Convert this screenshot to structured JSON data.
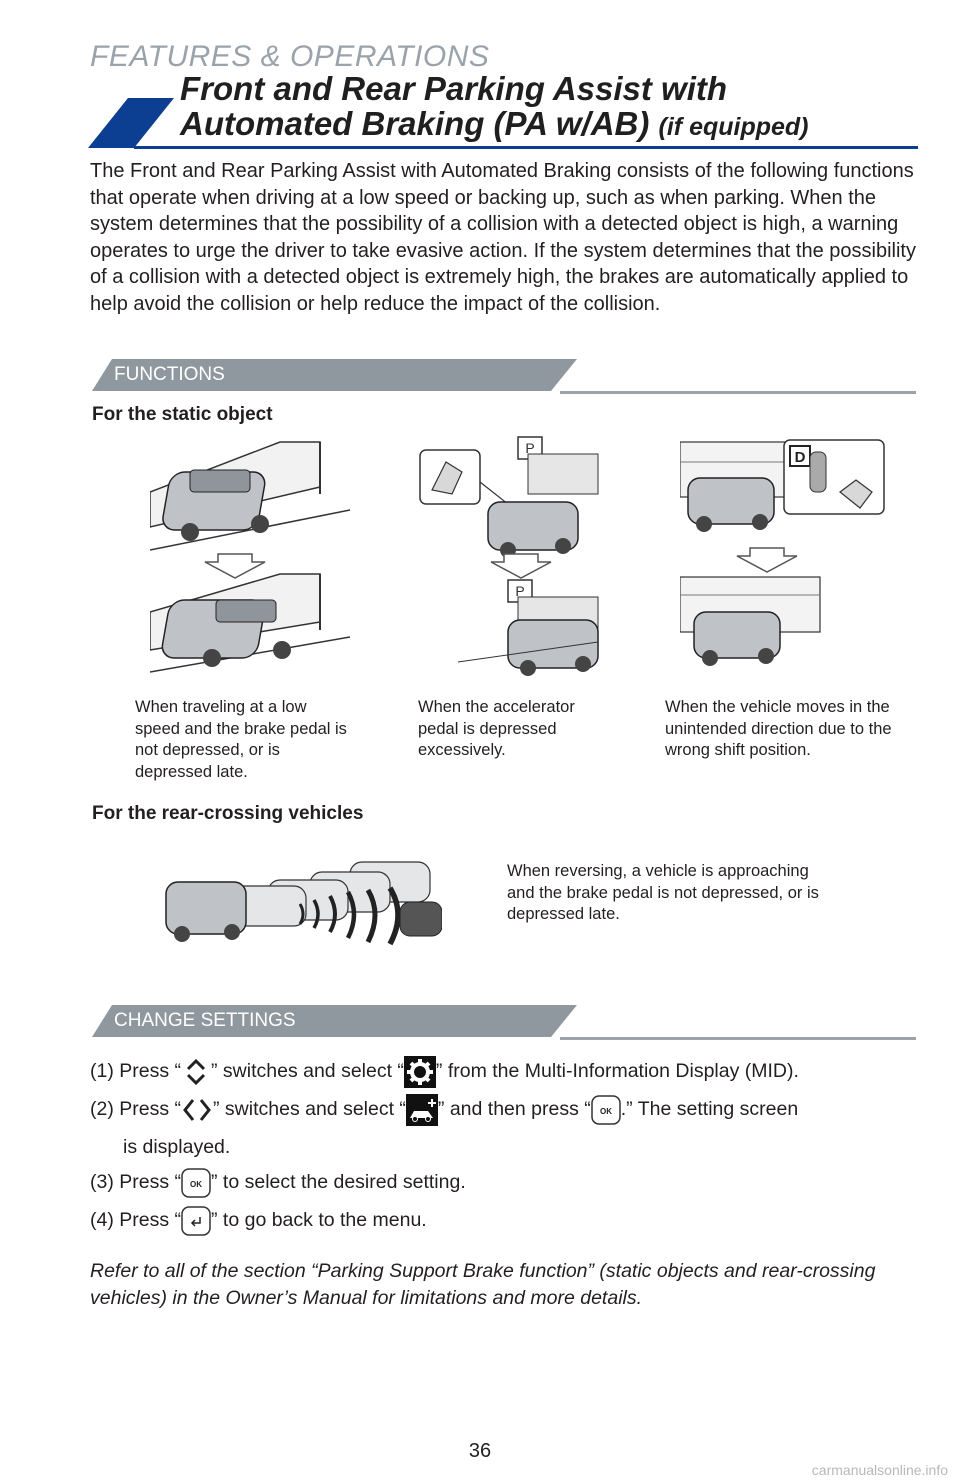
{
  "header": {
    "section": "FEATURES & OPERATIONS",
    "title_line1": "Front and Rear Parking Assist with",
    "title_line2": "Automated Braking (PA w/AB)",
    "title_suffix": "(if equipped)"
  },
  "intro": "The Front and Rear Parking Assist with Automated Braking consists of the following functions that operate when driving at a low speed or backing up, such as when parking. When the system determines that the possibility of a collision with a detected object is high, a warning operates to urge the driver to take evasive action. If the system determines that the possibility of a collision with a detected object is extremely high, the brakes are automatically applied to help avoid the collision or help reduce the impact of the collision.",
  "functions": {
    "tab_label": "FUNCTIONS",
    "static_heading": "For the static object",
    "captions": [
      "When traveling at a low speed and the brake pedal is not depressed, or is depressed late.",
      "When the accelerator pedal is depressed excessively.",
      "When the vehicle moves in the unintended direction due to the wrong shift position."
    ],
    "rear_heading": "For the rear-crossing vehicles",
    "rear_caption": "When reversing, a vehicle is approaching and the brake pedal is not depressed, or is depressed late.",
    "sign_letter": "P",
    "shift_letter": "D"
  },
  "settings": {
    "tab_label": "CHANGE SETTINGS",
    "steps": [
      {
        "pre": "(1) Press “",
        "mid": "” switches and select “",
        "post": "” from the Multi-Information Display (MID)."
      },
      {
        "pre": "(2) Press “",
        "mid": "” switches and select “",
        "mid2": "” and then press “",
        "post": ".” The setting screen"
      },
      {
        "cont": "is displayed."
      },
      {
        "pre": "(3) Press “",
        "post": "” to select  the desired setting."
      },
      {
        "pre": "(4) Press “",
        "post": "” to go back to the menu."
      }
    ],
    "ok_label": "OK"
  },
  "note": "Refer to all of the section “Parking Support Brake function” (static objects and rear-crossing vehicles) in the Owner’s Manual for limitations and more details.",
  "page_number": "36",
  "watermark": "carmanualsonline.info",
  "colors": {
    "accent_blue": "#0c3f91",
    "rule_gray": "#9aa3ab",
    "tab_gray": "#8f989f"
  }
}
